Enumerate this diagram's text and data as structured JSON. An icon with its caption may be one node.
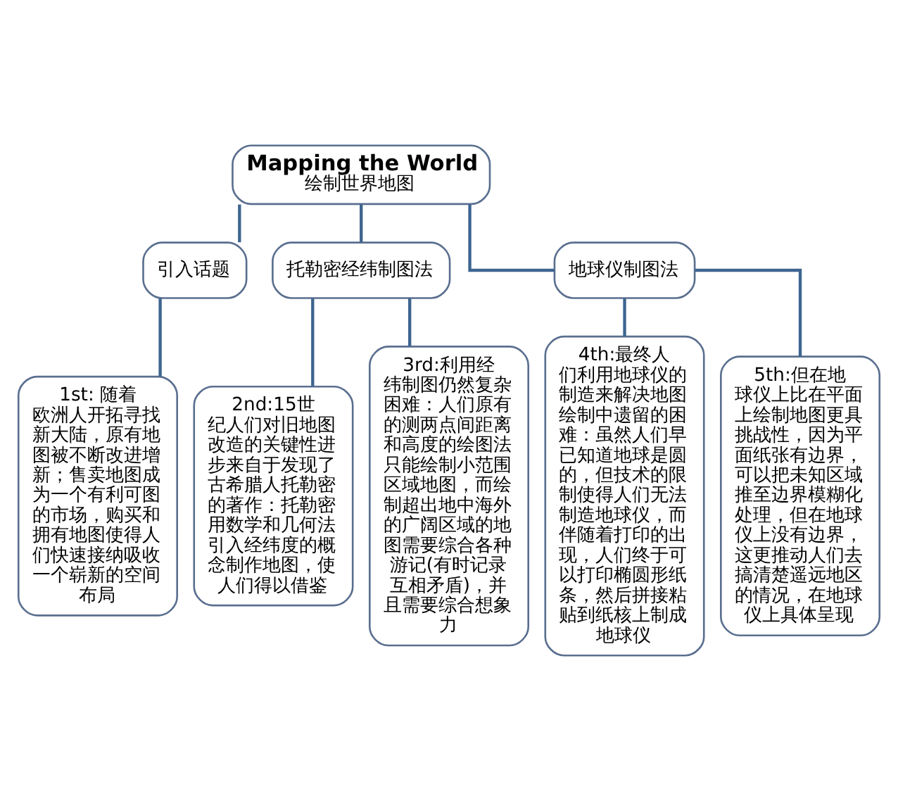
{
  "diagram": {
    "nodes": [
      {
        "text": [
          "Mapping the World",
          "绘制世界地图"
        ]
      },
      {
        "text": [
          "引入话题"
        ]
      },
      {
        "text": [
          "托勒密经纬制图法"
        ]
      },
      {
        "text": [
          "地球仪制图法"
        ]
      },
      {
        "text": [
          "1st: 随着欧洲人开拓寻找新大陆，原有地图被不断改进增新；售卖地图成为一个有利可图的市场，购买和拥有地图使得人们快速接纳吸收一个崭新的空间布局"
        ]
      },
      {
        "text": [
          "2nd:15世纪人们对旧地图改造的关键性进步来自于发现了古希腊人托勒密的著作：托勒密用数学和几何法引入经纬度的概念制作地图，使人们得以借鉴"
        ]
      },
      {
        "text": [
          "3rd:利用经纬制图仍然复杂困难：人们原有的测两点间距离和高度的绘图法只能绘制小范围区域地图，而绘制超出地中海外的广阔区域的地图需要综合各种游记(有时记录互相矛盾)，并且需要综合想象力"
        ]
      },
      {
        "text": [
          "4th:最终人们利用地球仪的制造来解决地图绘制中遗留的困难：虽然人们早已知道地球是圆的，但技术的限制使得人们无法制造地球仪，而伴随着打印的出现，人们终于可以打印椭圆形纸条，然后拼接粘贴到纸核上制成地球仪"
        ]
      },
      {
        "text": [
          "5th:但在地球仪上比在平面上绘制地图更具挑战性，因为平面纸张有边界，可以把未知区域推至边界模糊化处理，但在地球仪上没有边界，这更推动人们去搞清楚遥远地区的情况，在地球仪上具体呈现"
        ]
      }
    ],
    "edges": [
      {
        "from": 0,
        "to": 1,
        "arrow": "none"
      },
      {
        "from": 0,
        "to": 2,
        "arrow": "none"
      },
      {
        "from": 0,
        "to": 3,
        "arrow": "none"
      },
      {
        "from": 1,
        "to": 4,
        "arrow": "none"
      },
      {
        "from": 2,
        "to": 5,
        "arrow": "none"
      },
      {
        "from": 2,
        "to": 6,
        "arrow": "none"
      },
      {
        "from": 3,
        "to": 7,
        "arrow": "none"
      },
      {
        "from": 3,
        "to": 8,
        "arrow": "none"
      }
    ]
  }
}
